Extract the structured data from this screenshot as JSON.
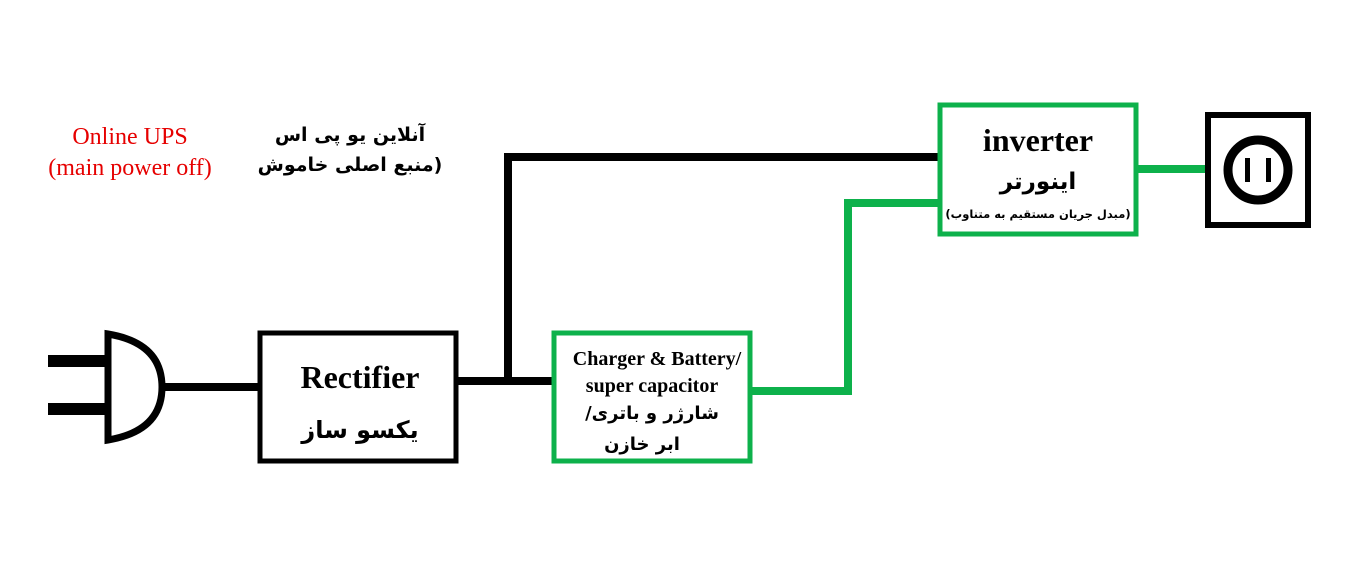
{
  "header": {
    "title_en_line1": "Online UPS",
    "title_en_line2": "(main power off)",
    "title_fa_line1": "آنلاین یو پی اس",
    "title_fa_line2": "(منبع اصلی خاموش"
  },
  "blocks": {
    "rectifier": {
      "label_en": "Rectifier",
      "label_fa": "یکسو ساز"
    },
    "charger": {
      "label_en_line1": "Charger & Battery/",
      "label_en_line2": "super capacitor",
      "label_fa_line1": "شارژر و باتری/",
      "label_fa_line2": "ابر خازن"
    },
    "inverter": {
      "label_en": "inverter",
      "label_fa": "اینورتر",
      "note_fa": "(مبدل جریان مستقیم به متناوب)"
    }
  },
  "colors": {
    "active_path": "#0db14b",
    "inactive_path": "#000000",
    "title_red": "#e60000"
  },
  "icons": {
    "input": "plug-icon",
    "output": "socket-icon"
  }
}
